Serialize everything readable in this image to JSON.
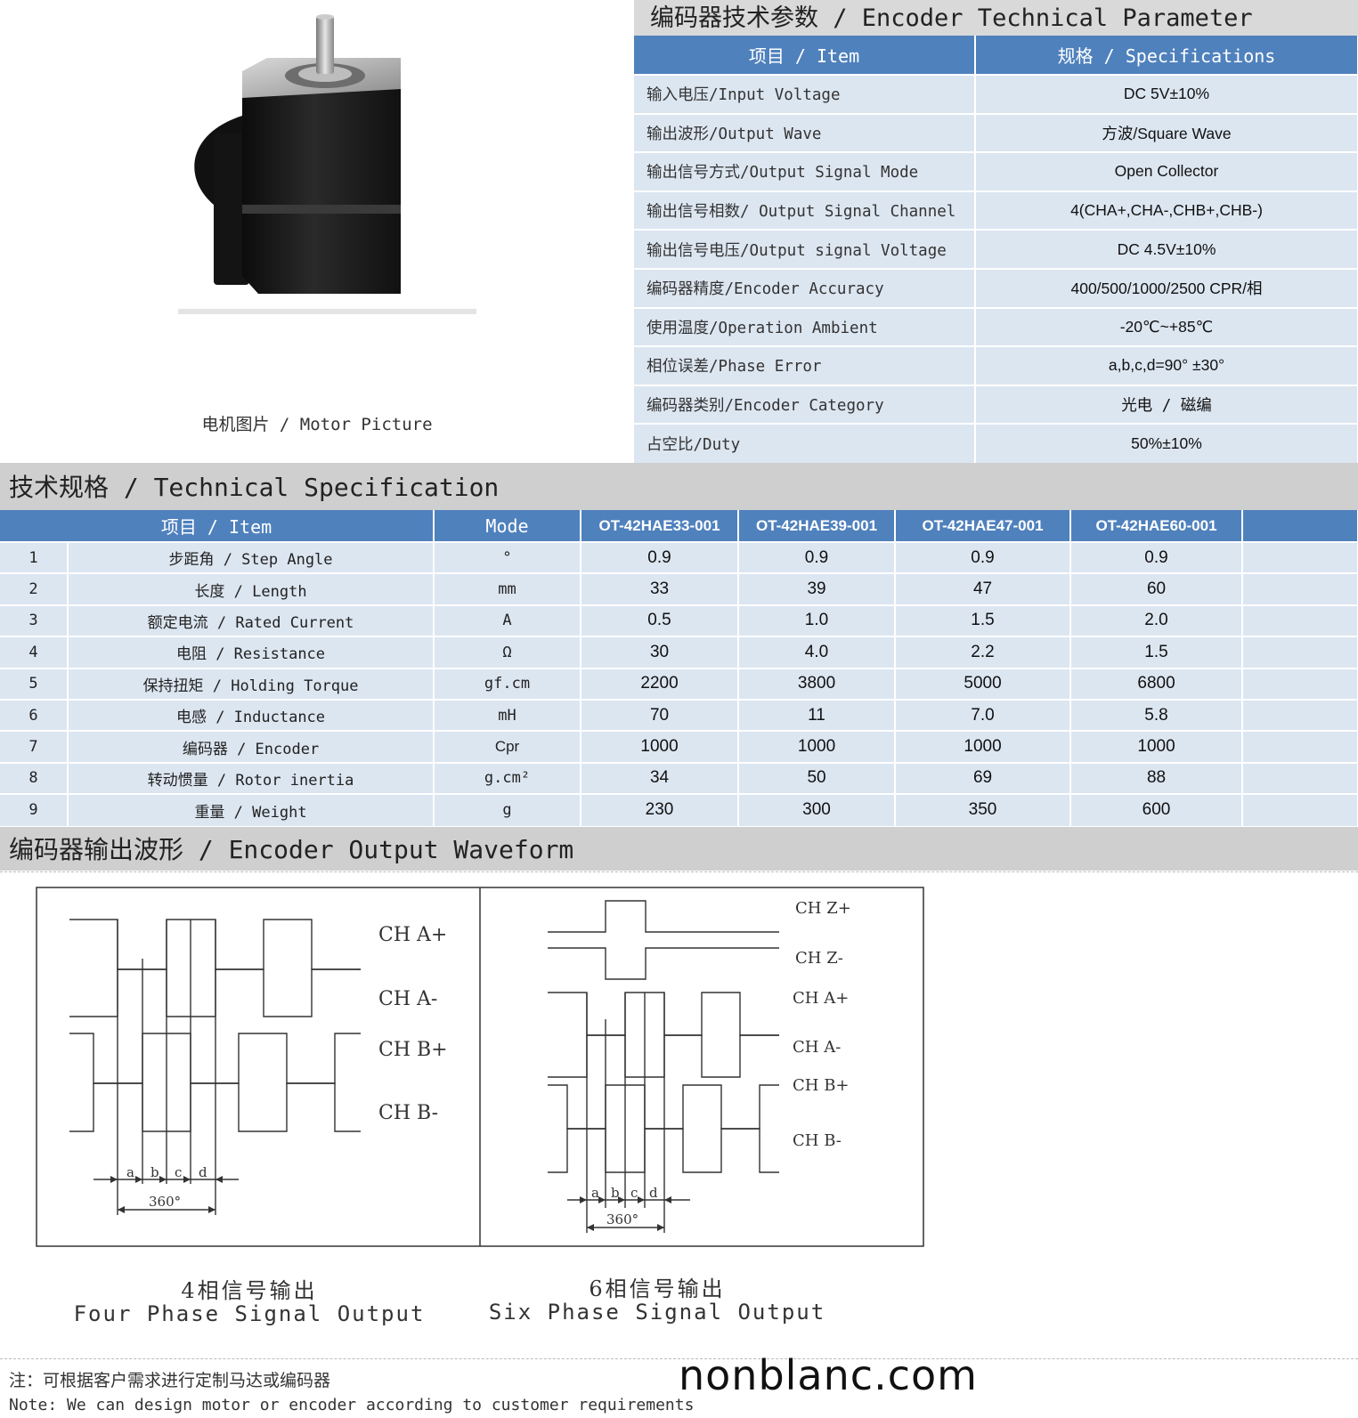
{
  "motor": {
    "caption": "电机图片 / Motor Picture"
  },
  "encoder_params": {
    "title": "编码器技术参数 / Encoder Technical Parameter",
    "header_item": "项目 / Item",
    "header_spec": "规格 / Specifications",
    "rows": [
      {
        "item": "输入电压/Input Voltage",
        "spec": "DC 5V±10%"
      },
      {
        "item": "输出波形/Output Wave",
        "spec": "方波/Square Wave"
      },
      {
        "item": "输出信号方式/Output Signal Mode",
        "spec": "Open Collector"
      },
      {
        "item": "输出信号相数/ Output Signal Channel",
        "spec": "4(CHA+,CHA-,CHB+,CHB-)"
      },
      {
        "item": "输出信号电压/Output signal Voltage",
        "spec": "DC 4.5V±10%"
      },
      {
        "item": "编码器精度/Encoder Accuracy",
        "spec": "400/500/1000/2500 CPR/相"
      },
      {
        "item": "使用温度/Operation Ambient",
        "spec": "-20℃~+85℃"
      },
      {
        "item": "相位误差/Phase Error",
        "spec": "a,b,c,d=90° ±30°"
      },
      {
        "item": "编码器类别/Encoder Category",
        "spec": "光电 / 磁编"
      },
      {
        "item": "占空比/Duty",
        "spec": "50%±10%"
      }
    ]
  },
  "tech_spec": {
    "title": "技术规格 / Technical Specification",
    "header_item": "项目 / Item",
    "header_mode": "Mode",
    "models": [
      "OT-42HAE33-001",
      "OT-42HAE39-001",
      "OT-42HAE47-001",
      "OT-42HAE60-001"
    ],
    "rows": [
      {
        "n": "1",
        "item": "步距角 / Step Angle",
        "unit": "°",
        "vals": [
          "0.9",
          "0.9",
          "0.9",
          "0.9"
        ]
      },
      {
        "n": "2",
        "item": "长度 / Length",
        "unit": "mm",
        "vals": [
          "33",
          "39",
          "47",
          "60"
        ]
      },
      {
        "n": "3",
        "item": "额定电流 / Rated Current",
        "unit": "A",
        "vals": [
          "0.5",
          "1.0",
          "1.5",
          "2.0"
        ]
      },
      {
        "n": "4",
        "item": "电阻 / Resistance",
        "unit": "Ω",
        "vals": [
          "30",
          "4.0",
          "2.2",
          "1.5"
        ]
      },
      {
        "n": "5",
        "item": "保持扭矩 / Holding Torque",
        "unit": "gf.cm",
        "vals": [
          "2200",
          "3800",
          "5000",
          "6800"
        ]
      },
      {
        "n": "6",
        "item": "电感 / Inductance",
        "unit": "mH",
        "vals": [
          "70",
          "11",
          "7.0",
          "5.8"
        ]
      },
      {
        "n": "7",
        "item": "编码器 / Encoder",
        "unit": "Cpr",
        "vals": [
          "1000",
          "1000",
          "1000",
          "1000"
        ]
      },
      {
        "n": "8",
        "item": "转动惯量 / Rotor inertia",
        "unit": "g.cm²",
        "vals": [
          "34",
          "50",
          "69",
          "88"
        ]
      },
      {
        "n": "9",
        "item": "重量 / Weight",
        "unit": "g",
        "vals": [
          "230",
          "300",
          "350",
          "600"
        ]
      }
    ]
  },
  "waveform": {
    "title": "编码器输出波形 / Encoder Output Waveform",
    "four_phase": {
      "channels": [
        "CH A+",
        "CH A-",
        "CH B+",
        "CH B-"
      ],
      "phase_letters": [
        "a",
        "b",
        "c",
        "d"
      ],
      "period_label": "360°",
      "caption_cn": "4相信号输出",
      "caption_en": "Four Phase Signal Output"
    },
    "six_phase": {
      "channels": [
        "CH Z+",
        "CH Z-",
        "CH A+",
        "CH A-",
        "CH B+",
        "CH B-"
      ],
      "phase_letters": [
        "a",
        "b",
        "c",
        "d"
      ],
      "period_label": "360°",
      "caption_cn": "6相信号输出",
      "caption_en": "Six Phase Signal Output"
    }
  },
  "footer": {
    "note_cn": "注：可根据客户需求进行定制马达或编码器",
    "note_en": "Note: We can design motor or encoder according to customer requirements",
    "watermark": "nonblanc.com"
  },
  "colors": {
    "header_blue": "#4f81bd",
    "row_blue": "#dce6f1",
    "title_gray": "#d9d9d9"
  }
}
